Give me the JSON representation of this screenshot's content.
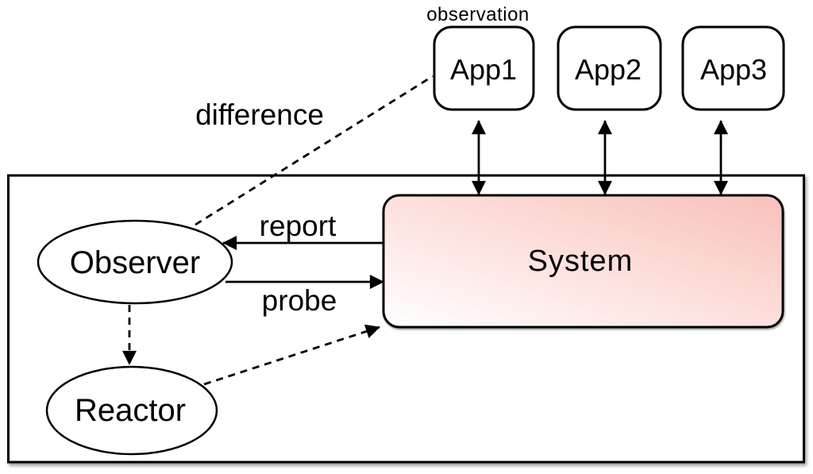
{
  "colors": {
    "stroke": "#000000",
    "canvas_bg": "#ffffff",
    "system_gradient_start": "#ffffff",
    "system_gradient_end": "#f9c0ba"
  },
  "nodes": {
    "app1": {
      "label": "App1"
    },
    "app2": {
      "label": "App2"
    },
    "app3": {
      "label": "App3"
    },
    "system": {
      "label": "System"
    },
    "observer": {
      "label": "Observer"
    },
    "reactor": {
      "label": "Reactor"
    }
  },
  "labels": {
    "observation": "observation",
    "difference": "difference",
    "report": "report",
    "probe": "probe"
  },
  "edges": [
    {
      "from": "system",
      "to": "observer",
      "label": "report",
      "style": "solid-arrow"
    },
    {
      "from": "observer",
      "to": "system",
      "label": "probe",
      "style": "solid-arrow"
    },
    {
      "from": "observer",
      "to": "reactor",
      "label": "",
      "style": "dashed-arrow"
    },
    {
      "from": "reactor",
      "to": "system",
      "label": "",
      "style": "dashed-arrow"
    },
    {
      "from": "observer",
      "to": "app1",
      "label": "difference",
      "style": "dashed-line"
    },
    {
      "from": "app1",
      "to": "system",
      "label": "",
      "style": "double-arrow"
    },
    {
      "from": "app2",
      "to": "system",
      "label": "",
      "style": "double-arrow"
    },
    {
      "from": "app3",
      "to": "system",
      "label": "",
      "style": "double-arrow"
    }
  ]
}
